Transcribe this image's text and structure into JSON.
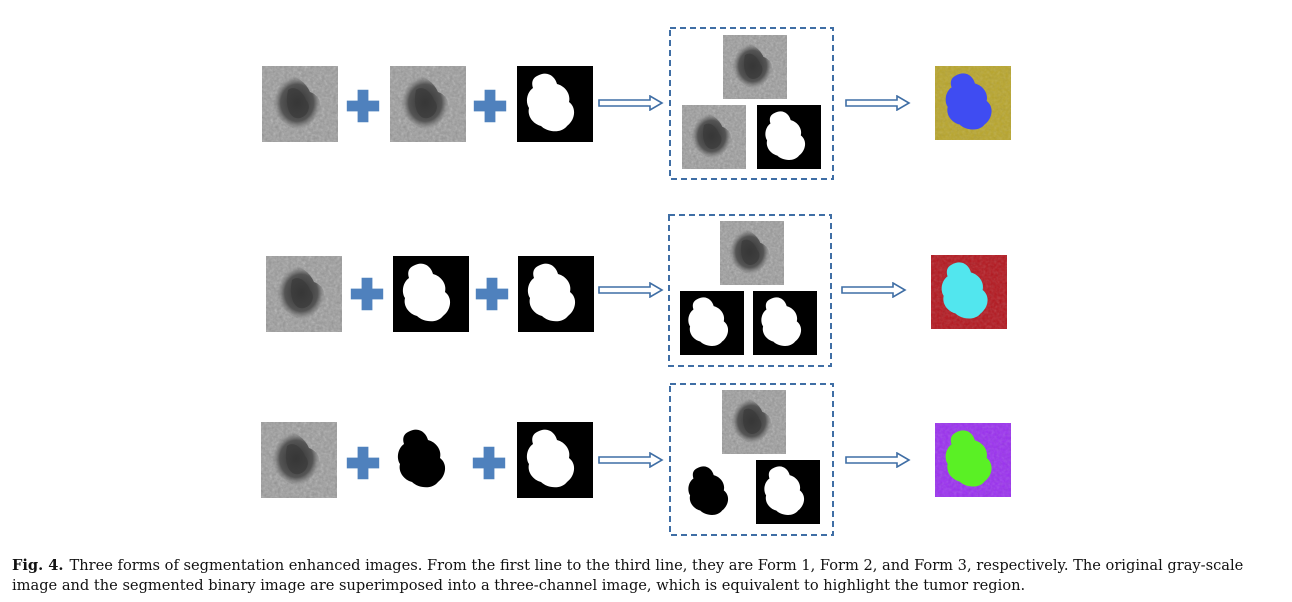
{
  "figure": {
    "colors": {
      "plus": "#4f81bd",
      "arrow": "#3f6ea5",
      "dashed_box": "#3f6ea5",
      "form1_background": "#b8a52a",
      "form1_tumor": "#3f4cf2",
      "form2_background": "#b3141c",
      "form2_tumor": "#52e6ee",
      "form3_background": "#9a2ef0",
      "form3_tumor": "#5af025"
    },
    "rows": [
      {
        "row": 1,
        "inputs": [
          "grayscale-image",
          "grayscale-image",
          "binary-mask"
        ]
      },
      {
        "row": 2,
        "inputs": [
          "grayscale-image",
          "binary-mask",
          "binary-mask"
        ]
      },
      {
        "row": 3,
        "inputs": [
          "grayscale-image",
          "inverted-mask",
          "binary-mask"
        ]
      }
    ]
  },
  "caption": {
    "label": "Fig. 4.",
    "text": "Three forms of segmentation enhanced images. From the first line to the third line, they are Form 1, Form 2, and Form 3, respectively. The original gray-scale image and the segmented binary image are superimposed into a three-channel image, which is equivalent to highlight the tumor region."
  }
}
